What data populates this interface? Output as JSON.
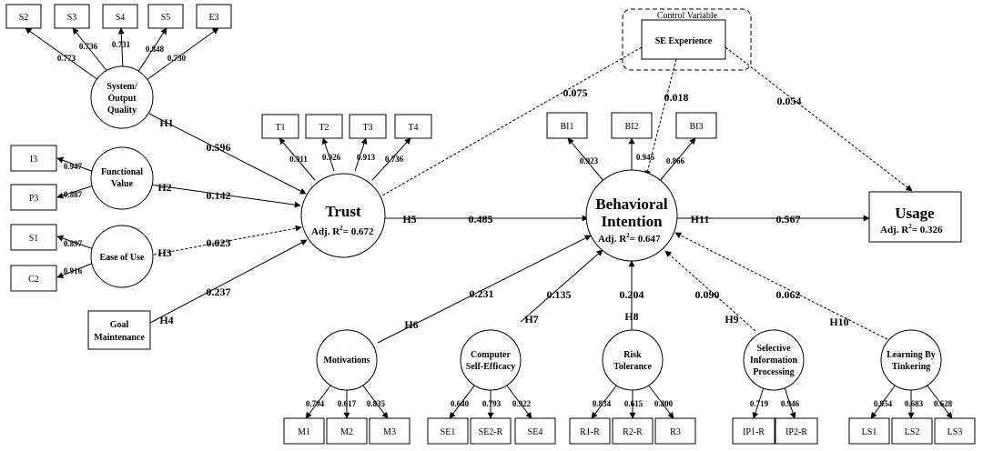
{
  "control_variable": {
    "title": "Control Variable",
    "label": "SE Experience"
  },
  "usage": {
    "label": "Usage",
    "adj_prefix": "Adj. R",
    "adj_sup": "2",
    "adj_value": "= 0.326"
  },
  "trust": {
    "label": "Trust",
    "adj_prefix": "Adj. R",
    "adj_sup": "2",
    "adj_value": "= 0.672"
  },
  "bi": {
    "label1": "Behavioral",
    "label2": "Intention",
    "adj_prefix": "Adj. R",
    "adj_sup": "2",
    "adj_value": "= 0.647"
  },
  "goal": {
    "label1": "Goal",
    "label2": "Maintenance"
  },
  "constructs": {
    "soq": {
      "l1": "System/",
      "l2": "Output",
      "l3": "Quality",
      "items": [
        "S2",
        "S3",
        "S4",
        "S5",
        "E3"
      ],
      "loadings": [
        "0.773",
        "0.736",
        "0.731",
        "0.848",
        "0.730"
      ]
    },
    "fv": {
      "l1": "Functional",
      "l2": "Value",
      "items": [
        "I3",
        "P3"
      ],
      "loadings": [
        "0.947",
        "0.887"
      ]
    },
    "eou": {
      "l1": "Ease of Use",
      "items": [
        "S1",
        "C2"
      ],
      "loadings": [
        "0.897",
        "0.916"
      ]
    },
    "trust": {
      "items": [
        "T1",
        "T2",
        "T3",
        "T4"
      ],
      "loadings": [
        "0.911",
        "0.926",
        "0.913",
        "0.736"
      ]
    },
    "bi": {
      "items": [
        "BI1",
        "BI2",
        "BI3"
      ],
      "loadings": [
        "0.923",
        "0.945",
        "0.866"
      ]
    },
    "mot": {
      "l1": "Motivations",
      "items": [
        "M1",
        "M2",
        "M3"
      ],
      "loadings": [
        "0.794",
        "0.617",
        "0.835"
      ]
    },
    "cse": {
      "l1": "Computer",
      "l2": "Self-Efficacy",
      "items": [
        "SE1",
        "SE2-R",
        "SE4"
      ],
      "loadings": [
        "0.640",
        "0.793",
        "0.922"
      ]
    },
    "rt": {
      "l1": "Risk",
      "l2": "Tolerance",
      "items": [
        "R1-R",
        "R2-R",
        "R3"
      ],
      "loadings": [
        "0.834",
        "0.615",
        "0.800"
      ]
    },
    "sip": {
      "l1": "Selective",
      "l2": "Information",
      "l3": "Processing",
      "items": [
        "IP1-R",
        "IP2-R"
      ],
      "loadings": [
        "0.719",
        "0.946"
      ]
    },
    "lbt": {
      "l1": "Learning By",
      "l2": "Tinkering",
      "items": [
        "LS1",
        "LS2",
        "LS3"
      ],
      "loadings": [
        "0.954",
        "0.683",
        "0.628"
      ]
    }
  },
  "paths": {
    "h1": {
      "hyp": "H1",
      "coef": "0.596"
    },
    "h2": {
      "hyp": "H2",
      "coef": "0.142"
    },
    "h3": {
      "hyp": "H3",
      "coef": "0.023"
    },
    "h4": {
      "hyp": "H4",
      "coef": "0.237"
    },
    "h5": {
      "hyp": "H5",
      "coef": "0.485"
    },
    "h6": {
      "hyp": "H6",
      "coef": "0.231"
    },
    "h7": {
      "hyp": "H7",
      "coef": "0.135"
    },
    "h8": {
      "hyp": "H8",
      "coef": "0.204"
    },
    "h9": {
      "hyp": "H9",
      "coef": "0.090"
    },
    "h10": {
      "hyp": "H10",
      "coef": "0.062"
    },
    "h11": {
      "hyp": "H11",
      "coef": "0.567"
    },
    "c_trust": {
      "coef": "0.075"
    },
    "c_bi": {
      "coef": "0.018"
    },
    "c_usage": {
      "coef": "0.054"
    }
  }
}
